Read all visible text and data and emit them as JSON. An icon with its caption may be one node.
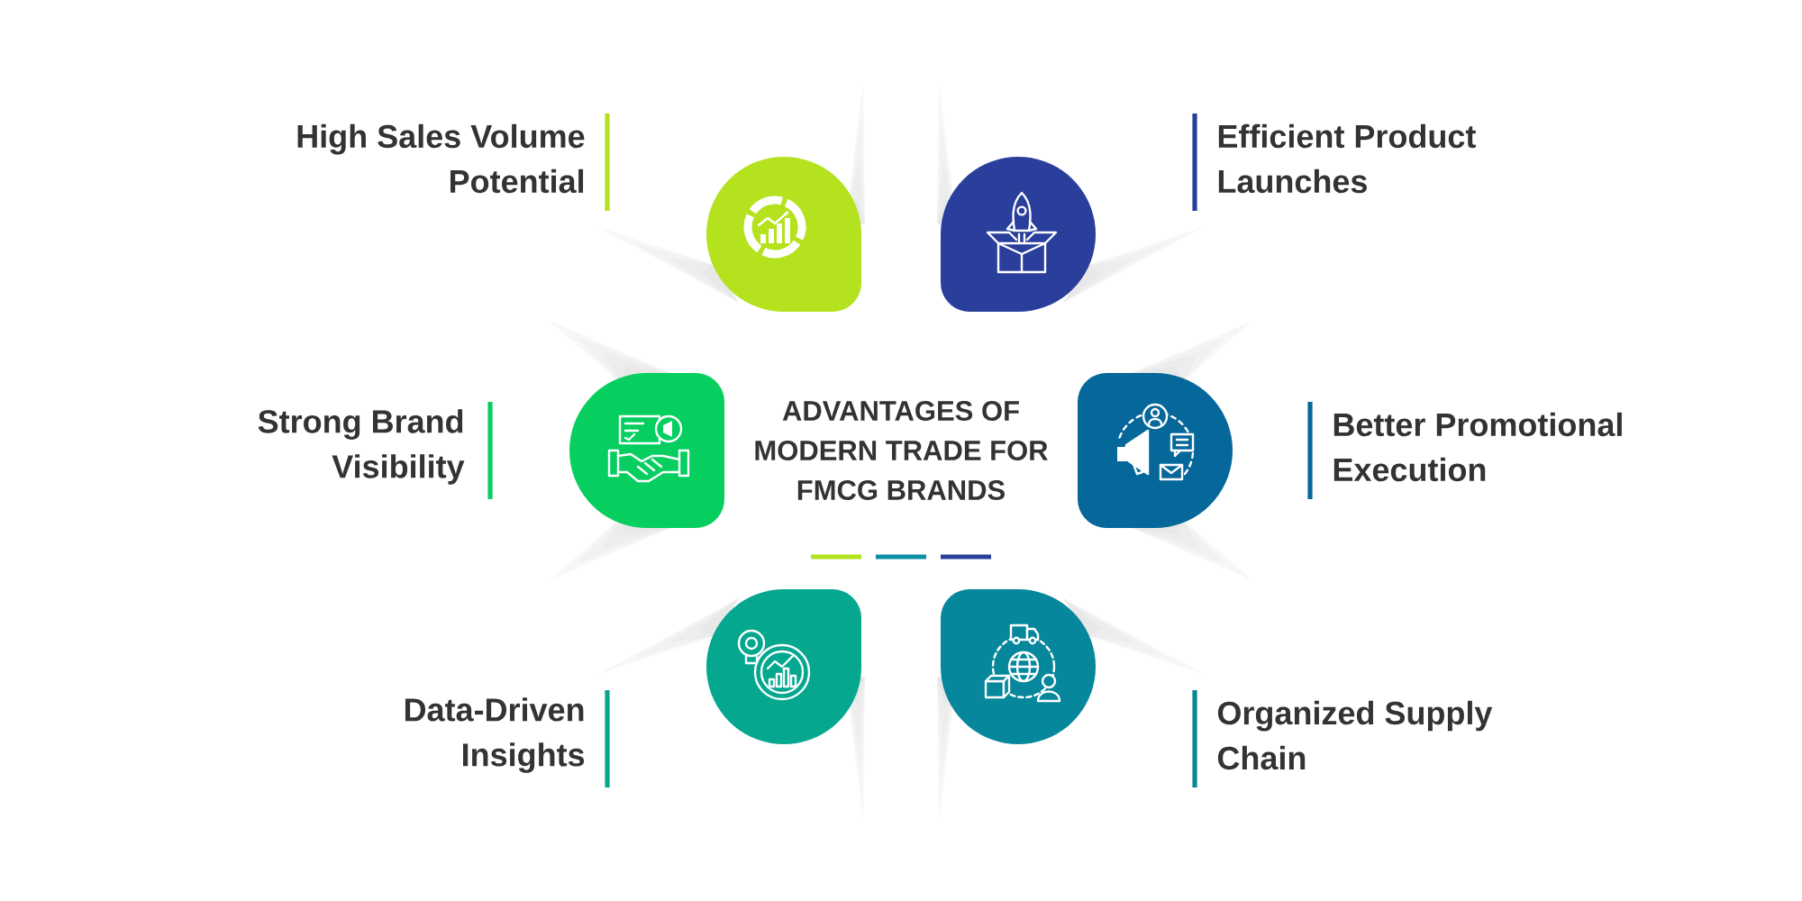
{
  "diagram": {
    "title": "ADVANTAGES OF MODERN TRADE FOR FMCG BRANDS",
    "nodes": [
      {
        "text": [],
        "shape": "circle",
        "beside": [
          "High Sales Volume Potential"
        ]
      },
      {
        "text": [],
        "shape": "circle",
        "beside": [
          "Efficient Product Launches"
        ]
      },
      {
        "text": [],
        "shape": "circle",
        "beside": [
          "Strong Brand Visibility"
        ]
      },
      {
        "text": [],
        "shape": "circle",
        "beside": [
          "Better Promotional Execution"
        ]
      },
      {
        "text": [],
        "shape": "circle",
        "beside": [
          "Data-Driven Insights"
        ]
      },
      {
        "text": [],
        "shape": "circle",
        "beside": [
          "Organized Supply Chain"
        ]
      }
    ]
  }
}
